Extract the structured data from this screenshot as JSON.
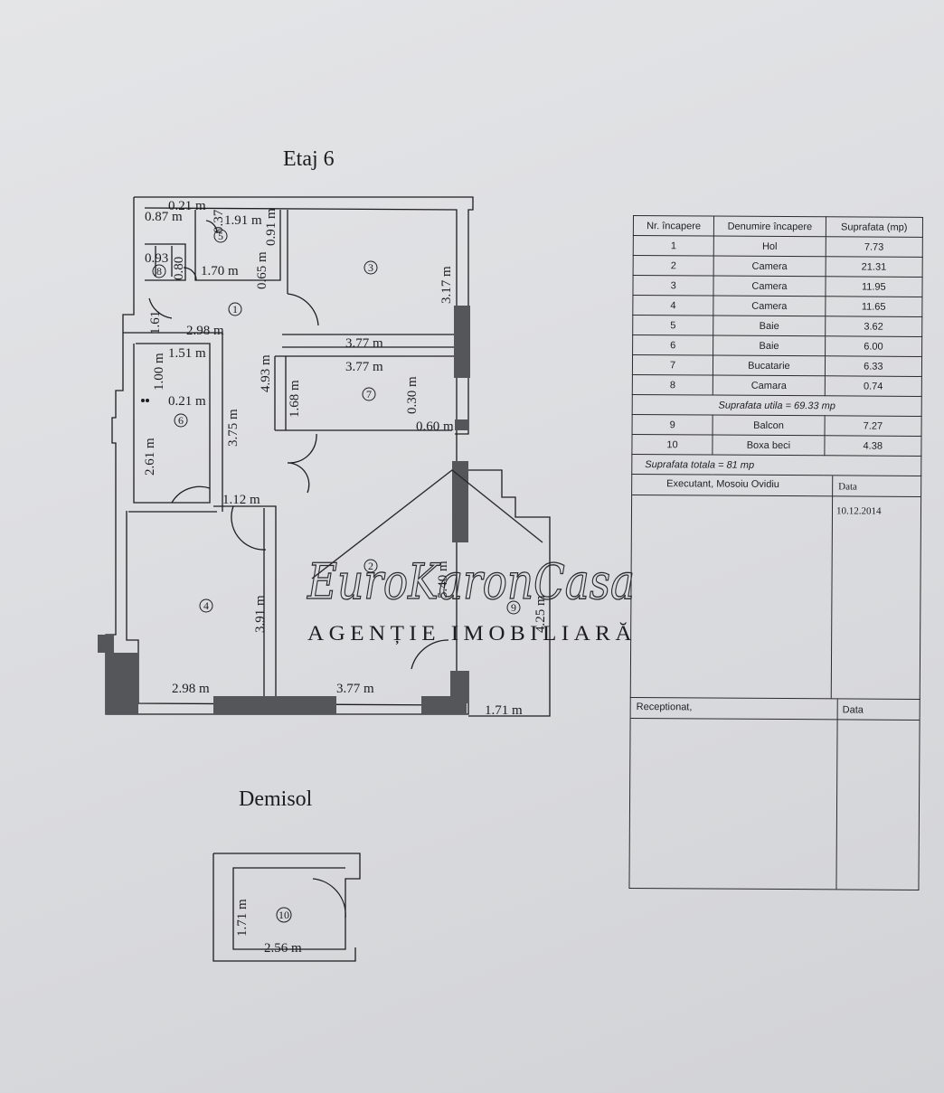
{
  "floor_titles": {
    "upper": "Etaj 6",
    "basement": "Demisol"
  },
  "dimensions": {
    "d021": "0.21 m",
    "d087": "0.87 m",
    "d037": "0.37",
    "d191": "1.91 m",
    "d091": "0.91 m",
    "d093": "0.93",
    "d080": "0.80",
    "d170": "1.70 m",
    "d065": "0.65 m",
    "d161": "1.61",
    "d298_top": "2.98 m",
    "d151": "1.51 m",
    "d100": "1.00 m",
    "d021b": "0.21 m",
    "d493": "4.93 m",
    "d377_a": "3.77 m",
    "d377_b": "3.77 m",
    "d317": "3.17 m",
    "d168": "1.68 m",
    "d030": "0.30 m",
    "d060": "0.60 m",
    "d375": "3.75 m",
    "d261": "2.61 m",
    "d112": "1.12 m",
    "d540": "5.40 m",
    "d425": "4.25 m",
    "d391": "3.91 m",
    "d298_bottom": "2.98 m",
    "d377_bottom": "3.77 m",
    "d171": "1.71 m",
    "b171": "1.71 m",
    "b256": "2.56 m"
  },
  "room_numbers": {
    "r1": "1",
    "r2": "2",
    "r3": "3",
    "r4": "4",
    "r5": "5",
    "r6": "6",
    "r7": "7",
    "r8": "8",
    "r9": "9",
    "r10": "10"
  },
  "watermark": {
    "script": "EuroKaronCasa",
    "subtitle": "AGENȚIE IMOBILIARĂ"
  },
  "table": {
    "headers": [
      "Nr. încapere",
      "Denumire încapere",
      "Suprafata (mp)"
    ],
    "rows": [
      [
        "1",
        "Hol",
        "7.73"
      ],
      [
        "2",
        "Camera",
        "21.31"
      ],
      [
        "3",
        "Camera",
        "11.95"
      ],
      [
        "4",
        "Camera",
        "11.65"
      ],
      [
        "5",
        "Baie",
        "3.62"
      ],
      [
        "6",
        "Baie",
        "6.00"
      ],
      [
        "7",
        "Bucatarie",
        "6.33"
      ],
      [
        "8",
        "Camara",
        "0.74"
      ]
    ],
    "usable_note": "Suprafata utila = 69.33 mp",
    "extra_rows": [
      [
        "9",
        "Balcon",
        "7.27"
      ],
      [
        "10",
        "Boxa beci",
        "4.38"
      ]
    ],
    "total_note": "Suprafata totala = 81 mp",
    "executant_label": "Executant, Mosoiu Ovidiu",
    "data_label": "Data",
    "date_value": "10.12.2014",
    "received_label": "Receptionat,",
    "data_label_2": "Data"
  }
}
